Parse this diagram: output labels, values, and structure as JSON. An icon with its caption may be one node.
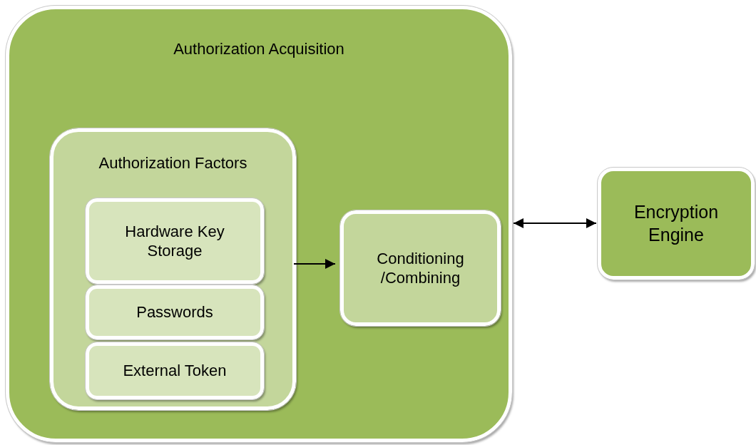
{
  "diagram": {
    "nodes": [
      {
        "text": [
          "Authorization Acquisition"
        ]
      },
      {
        "text": [
          "Authorization Factors"
        ],
        "in": 0
      },
      {
        "text": [
          "Hardware Key Storage"
        ],
        "in": 1
      },
      {
        "text": [
          "Passwords"
        ],
        "in": 1
      },
      {
        "text": [
          "External Token"
        ],
        "in": 1
      },
      {
        "text": [
          "Conditioning /Combining"
        ],
        "in": 0
      },
      {
        "text": [
          "Encryption Engine"
        ]
      }
    ],
    "edges": [
      {
        "from": 1,
        "to": 5,
        "arrow": "to"
      },
      {
        "from": 0,
        "to": 6,
        "arrow": "both"
      }
    ]
  }
}
